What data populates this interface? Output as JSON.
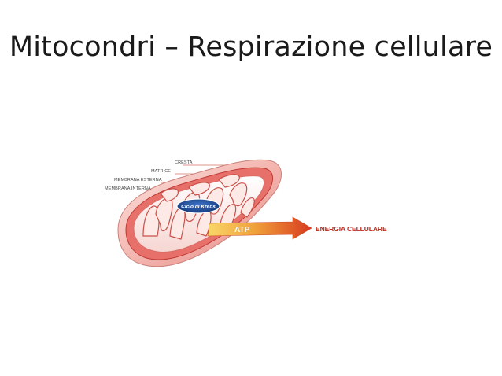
{
  "slide": {
    "title": "Mitocondri – Respirazione cellulare"
  },
  "diagram": {
    "labels": {
      "cresta": "CRESTA",
      "matrice": "MATRICE",
      "membrana_esterna": "MEMBRANA ESTERNA",
      "membrana_interna": "MEMBRANA INTERNA"
    },
    "krebs": "Ciclo di Krebs",
    "atp": "ATP",
    "energy": "ENERGIA CELLULARE"
  },
  "colors": {
    "outer_membrane": "#f3b9b4",
    "inner_membrane": "#d9534f",
    "krebs_badge": "#1f4e9a",
    "arrow_start": "#f7c64a",
    "arrow_end": "#d8391f",
    "energy_text": "#c0281c"
  }
}
